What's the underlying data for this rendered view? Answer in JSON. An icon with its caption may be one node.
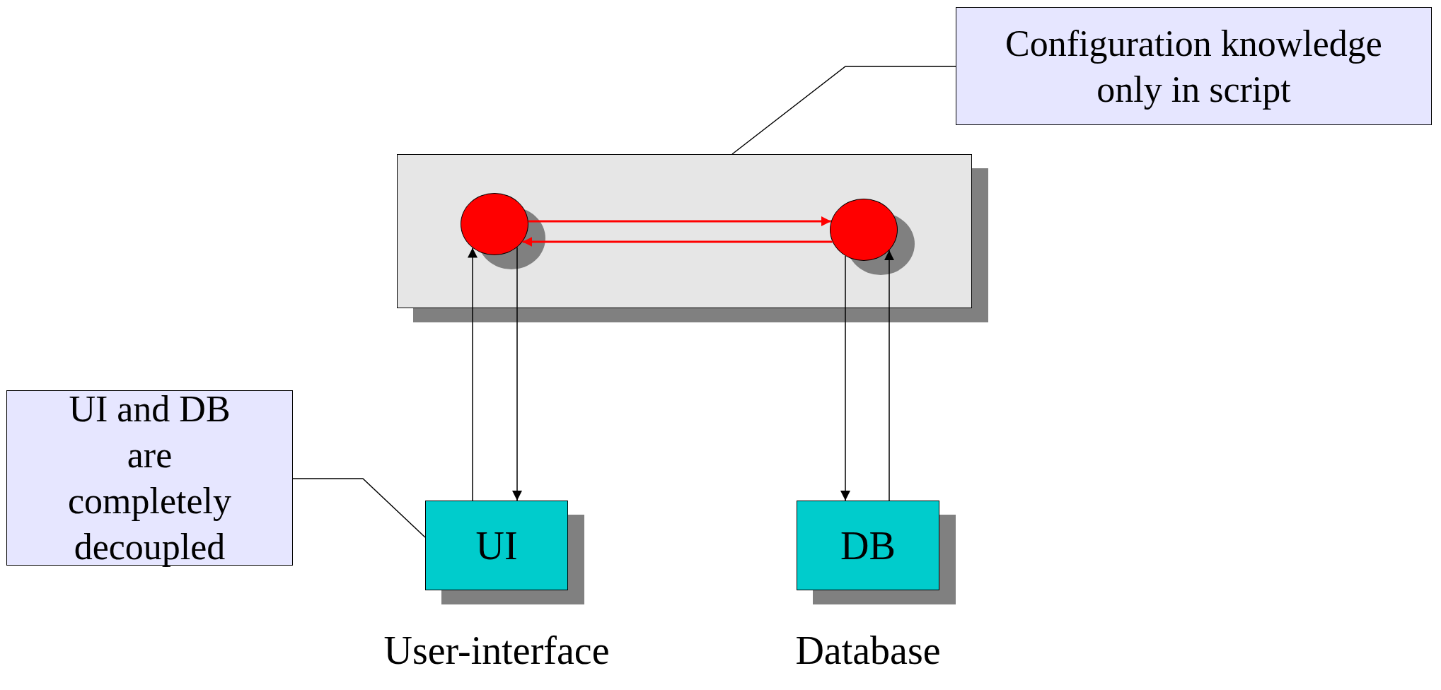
{
  "diagram": {
    "nodes": [
      {
        "text": [
          "Configuration knowledge only in script"
        ]
      },
      {
        "text": [],
        "shape": "box"
      },
      {
        "text": [],
        "shape": "circle",
        "in": 1
      },
      {
        "text": [],
        "shape": "circle",
        "in": 1
      },
      {
        "text": [
          "UI and DB are completely decoupled"
        ]
      },
      {
        "text": [
          "UI"
        ],
        "beside": [
          "User-interface"
        ]
      },
      {
        "text": [
          "DB"
        ],
        "beside": [
          "Database"
        ]
      }
    ],
    "edges": [
      {
        "from": 0,
        "to": 1,
        "arrow": "none"
      },
      {
        "from": 2,
        "to": 3,
        "arrow": "to",
        "color": "#ff0000"
      },
      {
        "from": 3,
        "to": 2,
        "arrow": "to",
        "color": "#ff0000"
      },
      {
        "from": 5,
        "to": 2,
        "arrow": "to"
      },
      {
        "from": 2,
        "to": 5,
        "arrow": "to"
      },
      {
        "from": 3,
        "to": 6,
        "arrow": "to"
      },
      {
        "from": 6,
        "to": 3,
        "arrow": "to"
      },
      {
        "from": 4,
        "to": 5,
        "arrow": "none"
      }
    ]
  }
}
